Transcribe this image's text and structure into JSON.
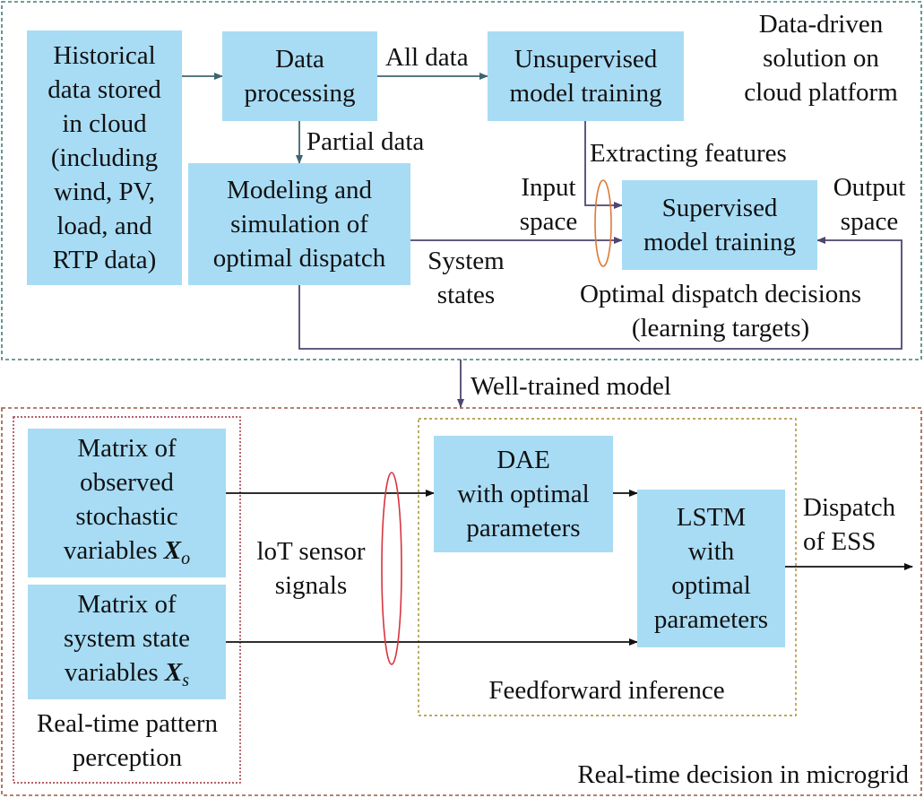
{
  "cloud": {
    "title": "Data-driven\nsolution on\ncloud platform",
    "historical_box": "Historical\ndata stored\nin cloud\n(including\nwind, PV,\nload, and\nRTP data)",
    "processing_box": "Data\nprocessing",
    "unsupervised_box": "Unsupervised\nmodel training",
    "modeling_box": "Modeling and\nsimulation of\noptimal dispatch",
    "supervised_box": "Supervised\nmodel training",
    "all_data_label": "All data",
    "partial_data_label": "Partial data",
    "extracting_features_label": "Extracting features",
    "input_space_label": "Input\nspace",
    "output_space_label": "Output\nspace",
    "system_states_label": "System\nstates",
    "dispatch_decisions_label": "Optimal dispatch decisions\n(learning targets)"
  },
  "transfer": {
    "well_trained_label": "Well-trained model"
  },
  "microgrid": {
    "title": "Real-time decision in microgrid",
    "observed_box_text": "Matrix of\nobserved\nstochastic\nvariables ",
    "observed_var": "X",
    "observed_sub": "o",
    "state_box_text": "Matrix of\nsystem state\nvariables ",
    "state_var": "X",
    "state_sub": "s",
    "perception_label": "Real-time pattern\nperception",
    "iot_label": "loT sensor\nsignals",
    "dae_box": "DAE\nwith optimal\nparameters",
    "lstm_box": "LSTM\nwith\noptimal\nparameters",
    "feedforward_label": "Feedforward inference",
    "dispatch_label": "Dispatch\nof ESS"
  },
  "colors": {
    "box_fill": "#a8dcf5",
    "cloud_border": "#3f7f7b",
    "microgrid_border": "#9a5a40",
    "perception_border": "#9b2b3a",
    "inference_border": "#a58a2c",
    "cloud_arrow": "#3d6470",
    "purple_arrow": "#4e4570",
    "dark_arrow": "#111111",
    "orange_ellipse": "#d97b3a",
    "red_ellipse": "#d9343e"
  }
}
